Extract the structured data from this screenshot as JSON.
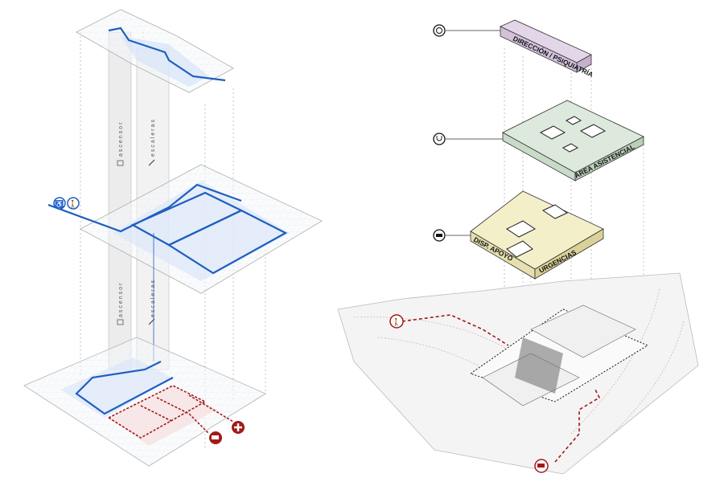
{
  "left_diagram": {
    "circulation_labels": {
      "elevator": "ascensor",
      "stairs": "escaleras"
    },
    "icons": [
      "wheelchair-icon",
      "pedestrian-icon",
      "ambulance-icon",
      "medical-cross-icon"
    ],
    "colors": {
      "public_route": "#1f5fbf",
      "emergency_route": "#a11a1a"
    }
  },
  "right_diagram": {
    "blocks": [
      {
        "label": "DIRECCIÓN / PSIQUIATRÍA",
        "icon": "brain-icon",
        "color": "#e3d6e8"
      },
      {
        "label": "ÁREA ASISTENCIAL",
        "icon": "stethoscope-icon",
        "color": "#dde9dc"
      },
      {
        "label": "DISP. APOYO",
        "icon": "ambulance-icon",
        "color": "#f3efc9"
      },
      {
        "label": "URGENCIAS",
        "icon": "ambulance-icon",
        "color": "#f3efc9"
      }
    ],
    "site_icons": [
      "pedestrian-icon",
      "ambulance-icon"
    ]
  }
}
